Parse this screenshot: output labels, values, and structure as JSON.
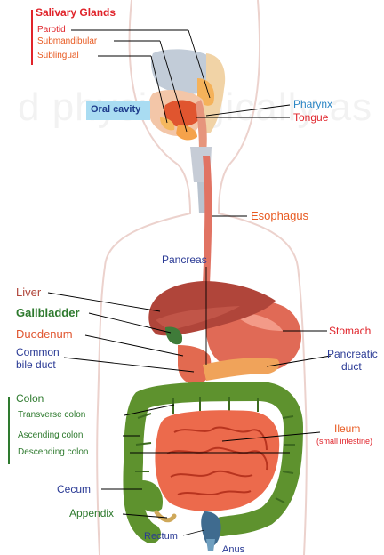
{
  "title": "Salivary Glands",
  "watermark": "d physiologically as",
  "colors": {
    "red_label": "#e0232a",
    "orange_label": "#e85a21",
    "blue_label": "#2a3a95",
    "light_blue_label": "#2c86c5",
    "green_label": "#2e7a2e",
    "organ_red": "#d9533e",
    "liver": "#b8453a",
    "intestine_green": "#5c8f2c",
    "body_outline": "#e7c8c3"
  },
  "labels": {
    "parotid": "Parotid",
    "submandibular": "Submandibular",
    "sublingual": "Sublingual",
    "oral_cavity": "Oral cavity",
    "pharynx": "Pharynx",
    "tongue": "Tongue",
    "esophagus": "Esophagus",
    "pancreas": "Pancreas",
    "liver": "Liver",
    "gallbladder": "Gallbladder",
    "duodenum": "Duodenum",
    "common_bile_duct_1": "Common",
    "common_bile_duct_2": "bile duct",
    "stomach": "Stomach",
    "pancreatic_duct_1": "Pancreatic",
    "pancreatic_duct_2": "duct",
    "colon": "Colon",
    "transverse_colon": "Transverse colon",
    "ascending_colon": "Ascending colon",
    "descending_colon": "Descending colon",
    "ileum": "Ileum",
    "small_intestine": "(small intestine)",
    "cecum": "Cecum",
    "appendix": "Appendix",
    "rectum": "Rectum",
    "anus": "Anus"
  }
}
